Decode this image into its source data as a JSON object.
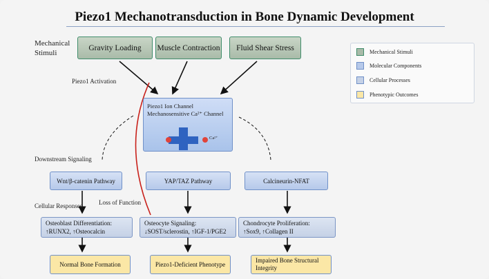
{
  "title": "Piezo1 Mechanotransduction in Bone Dynamic Development",
  "labels": {
    "mechanical_stimuli": "Mechanical Stimuli",
    "piezo1_activation": "Piezo1 Activation",
    "downstream_signaling": "Downstream Signaling",
    "cellular_responses": "Cellular Responses",
    "loss_of_function": "Loss of Function"
  },
  "stimuli": [
    "Gravity Loading",
    "Muscle Contraction",
    "Fluid Shear Stress"
  ],
  "channel": {
    "line1": "Piezo1 Ion Channel",
    "line2": "Mechanosensitive Ca²⁺ Channel",
    "ion": "Ca²⁺"
  },
  "pathways": [
    "Wnt/β-catenin Pathway",
    "YAP/TAZ Pathway",
    "Calcineurin-NFAT"
  ],
  "responses": [
    {
      "line1": "Osteoblast Differentiation:",
      "line2": "↑RUNX2, ↑Osteocalcin"
    },
    {
      "line1": "Osteocyte Signaling:",
      "line2": "↓SOST/sclerostin, ↑IGF-1/PGE2"
    },
    {
      "line1": "Chondrocyte Proliferation:",
      "line2": "↑Sox9, ↑Collagen II"
    }
  ],
  "outcomes": [
    {
      "line1": "Normal Bone Formation",
      "line2": ""
    },
    {
      "line1": "Piezo1-Deficient Phenotype",
      "line2": ""
    },
    {
      "line1": "Impaired Bone Structural",
      "line2": "Integrity"
    }
  ],
  "legend": [
    {
      "label": "Mechanical Stimuli",
      "color": "#a9bba9"
    },
    {
      "label": "Molecular Components",
      "color": "#b6c9ea"
    },
    {
      "label": "Cellular Processes",
      "color": "#c5d1e6"
    },
    {
      "label": "Phenotypic Outcomes",
      "color": "#fbe7a6"
    }
  ],
  "colors": {
    "channel_symbol": "#2f63c0",
    "ion_dot": "#e0443a",
    "loss_of_function_line": "#c8201a",
    "arrow": "#111111"
  }
}
